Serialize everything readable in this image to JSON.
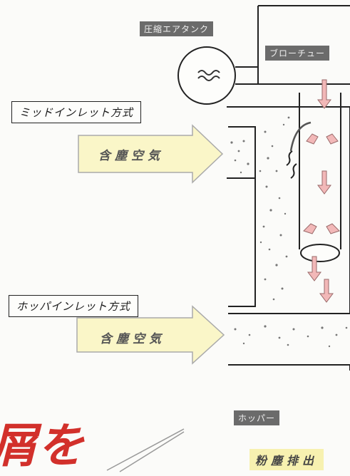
{
  "labels": {
    "compressed_air_tank": "圧縮エアタンク",
    "blow_tube": "ブローチュー",
    "mid_inlet": "ミッドインレット方式",
    "hopper_inlet": "ホッパインレット方式",
    "dusty_air_1": "含塵空気",
    "dusty_air_2": "含塵空気",
    "hopper": "ホッパー",
    "dust_discharge": "粉塵排出",
    "partial_red_text": "屑を"
  },
  "colors": {
    "arrow_fill": "#faf6c8",
    "accent_red": "#d2302b",
    "tag_bg": "#6b6b6b",
    "pink_arrow": "#f2b8b8"
  },
  "icons": [
    "compressed-air-tank-icon",
    "airflow-wave-icon",
    "filter-cartridge-icon",
    "dust-particles-icon"
  ]
}
